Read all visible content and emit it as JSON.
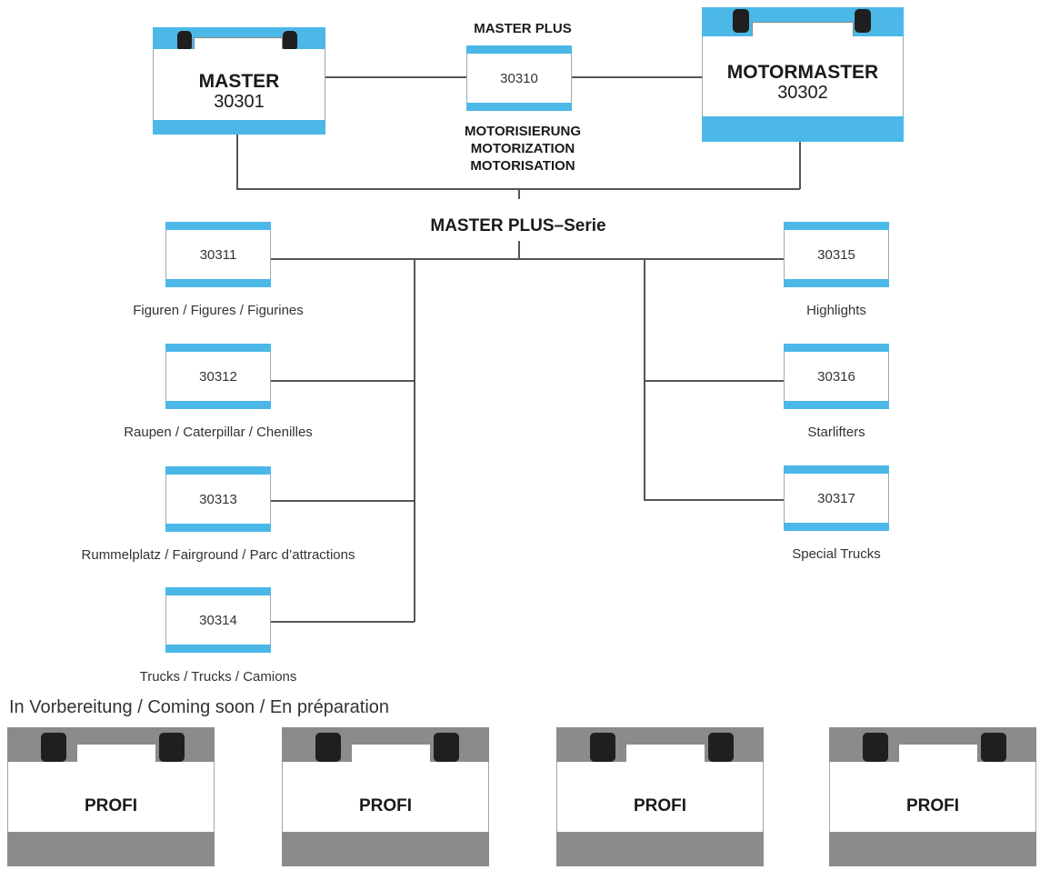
{
  "master": {
    "name": "MASTER",
    "code": "30301"
  },
  "motormaster": {
    "name": "MOTORMASTER",
    "code": "30302"
  },
  "master_plus": {
    "title": "MASTER PLUS",
    "code": "30310",
    "motor_lines": [
      "MOTORISIERUNG",
      "MOTORIZATION",
      "MOTORISATION"
    ]
  },
  "series_title": "MASTER PLUS–Serie",
  "left_modules": [
    {
      "code": "30311",
      "caption": "Figuren / Figures / Figurines"
    },
    {
      "code": "30312",
      "caption": "Raupen / Caterpillar / Chenilles"
    },
    {
      "code": "30313",
      "caption": "Rummelplatz / Fairground / Parc d’attractions"
    },
    {
      "code": "30314",
      "caption": "Trucks / Trucks / Camions"
    }
  ],
  "right_modules": [
    {
      "code": "30315",
      "caption": "Highlights"
    },
    {
      "code": "30316",
      "caption": "Starlifters"
    },
    {
      "code": "30317",
      "caption": "Special Trucks"
    }
  ],
  "coming_soon": "In Vorbereitung / Coming soon / En préparation",
  "profi_cases": [
    "PROFI",
    "PROFI",
    "PROFI",
    "PROFI"
  ],
  "colors": {
    "accent": "#4bb8e8",
    "profi_grey": "#8b8b8b"
  }
}
